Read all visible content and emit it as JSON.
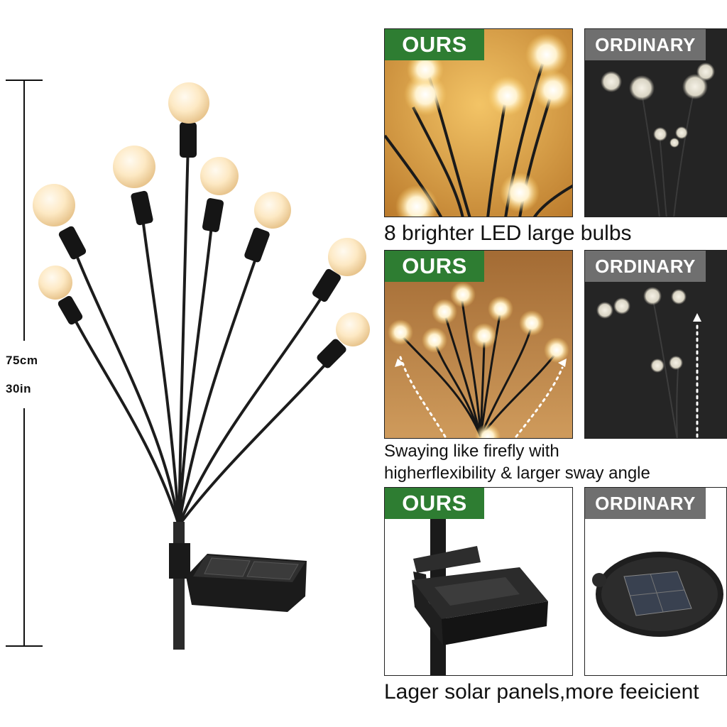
{
  "dimension": {
    "metric": "75cm",
    "imperial": "30in"
  },
  "rows": [
    {
      "ours_label": "OURS",
      "ordinary_label": "ORDINARY",
      "caption": "8 brighter LED large bulbs"
    },
    {
      "ours_label": "OURS",
      "ordinary_label": "ORDINARY",
      "caption_line1": "Swaying like firefly with",
      "caption_line2": "higherflexibility & larger sway angle"
    },
    {
      "ours_label": "OURS",
      "ordinary_label": "ORDINARY",
      "caption": "Lager solar panels,more feeicient"
    }
  ],
  "colors": {
    "ours_tag": "#2e7d32",
    "ordinary_tag": "#6f6f6f",
    "bulb_glow": "#ffe9b8",
    "warm_bg": "#d99a2e",
    "dark_bg": "#232323"
  }
}
